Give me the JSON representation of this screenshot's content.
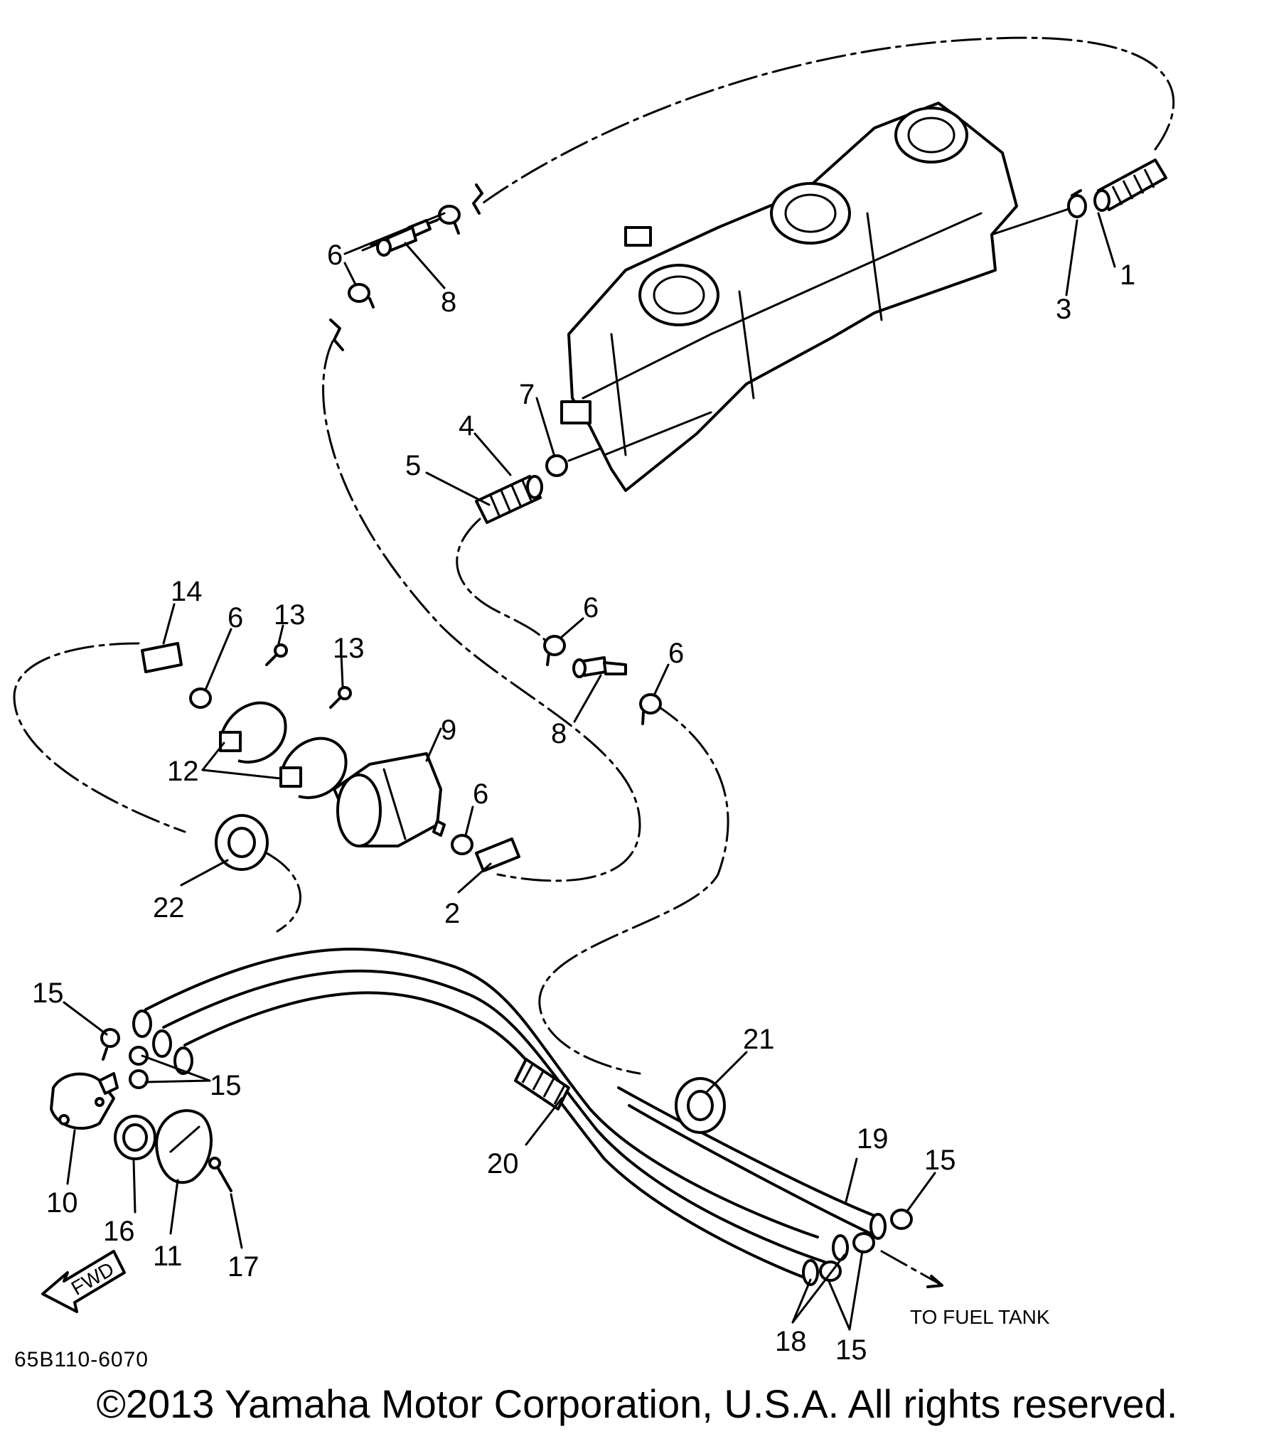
{
  "callouts": {
    "c1": "1",
    "c2": "2",
    "c3": "3",
    "c4": "4",
    "c5": "5",
    "c6a": "6",
    "c6b": "6",
    "c6c": "6",
    "c6d": "6",
    "c6e": "6",
    "c7": "7",
    "c8a": "8",
    "c8b": "8",
    "c9": "9",
    "c10": "10",
    "c11": "11",
    "c12": "12",
    "c13a": "13",
    "c13b": "13",
    "c14": "14",
    "c15a": "15",
    "c15b": "15",
    "c15c": "15",
    "c15d": "15",
    "c16": "16",
    "c17": "17",
    "c18": "18",
    "c19": "19",
    "c20": "20",
    "c21": "21",
    "c22": "22"
  },
  "labels": {
    "to_fuel_tank": "TO FUEL TANK",
    "fwd": "FWD",
    "drawing_code": "65B110-6070"
  },
  "footer": {
    "copyright": "©2013 Yamaha Motor Corporation, U.S.A. All rights reserved."
  }
}
